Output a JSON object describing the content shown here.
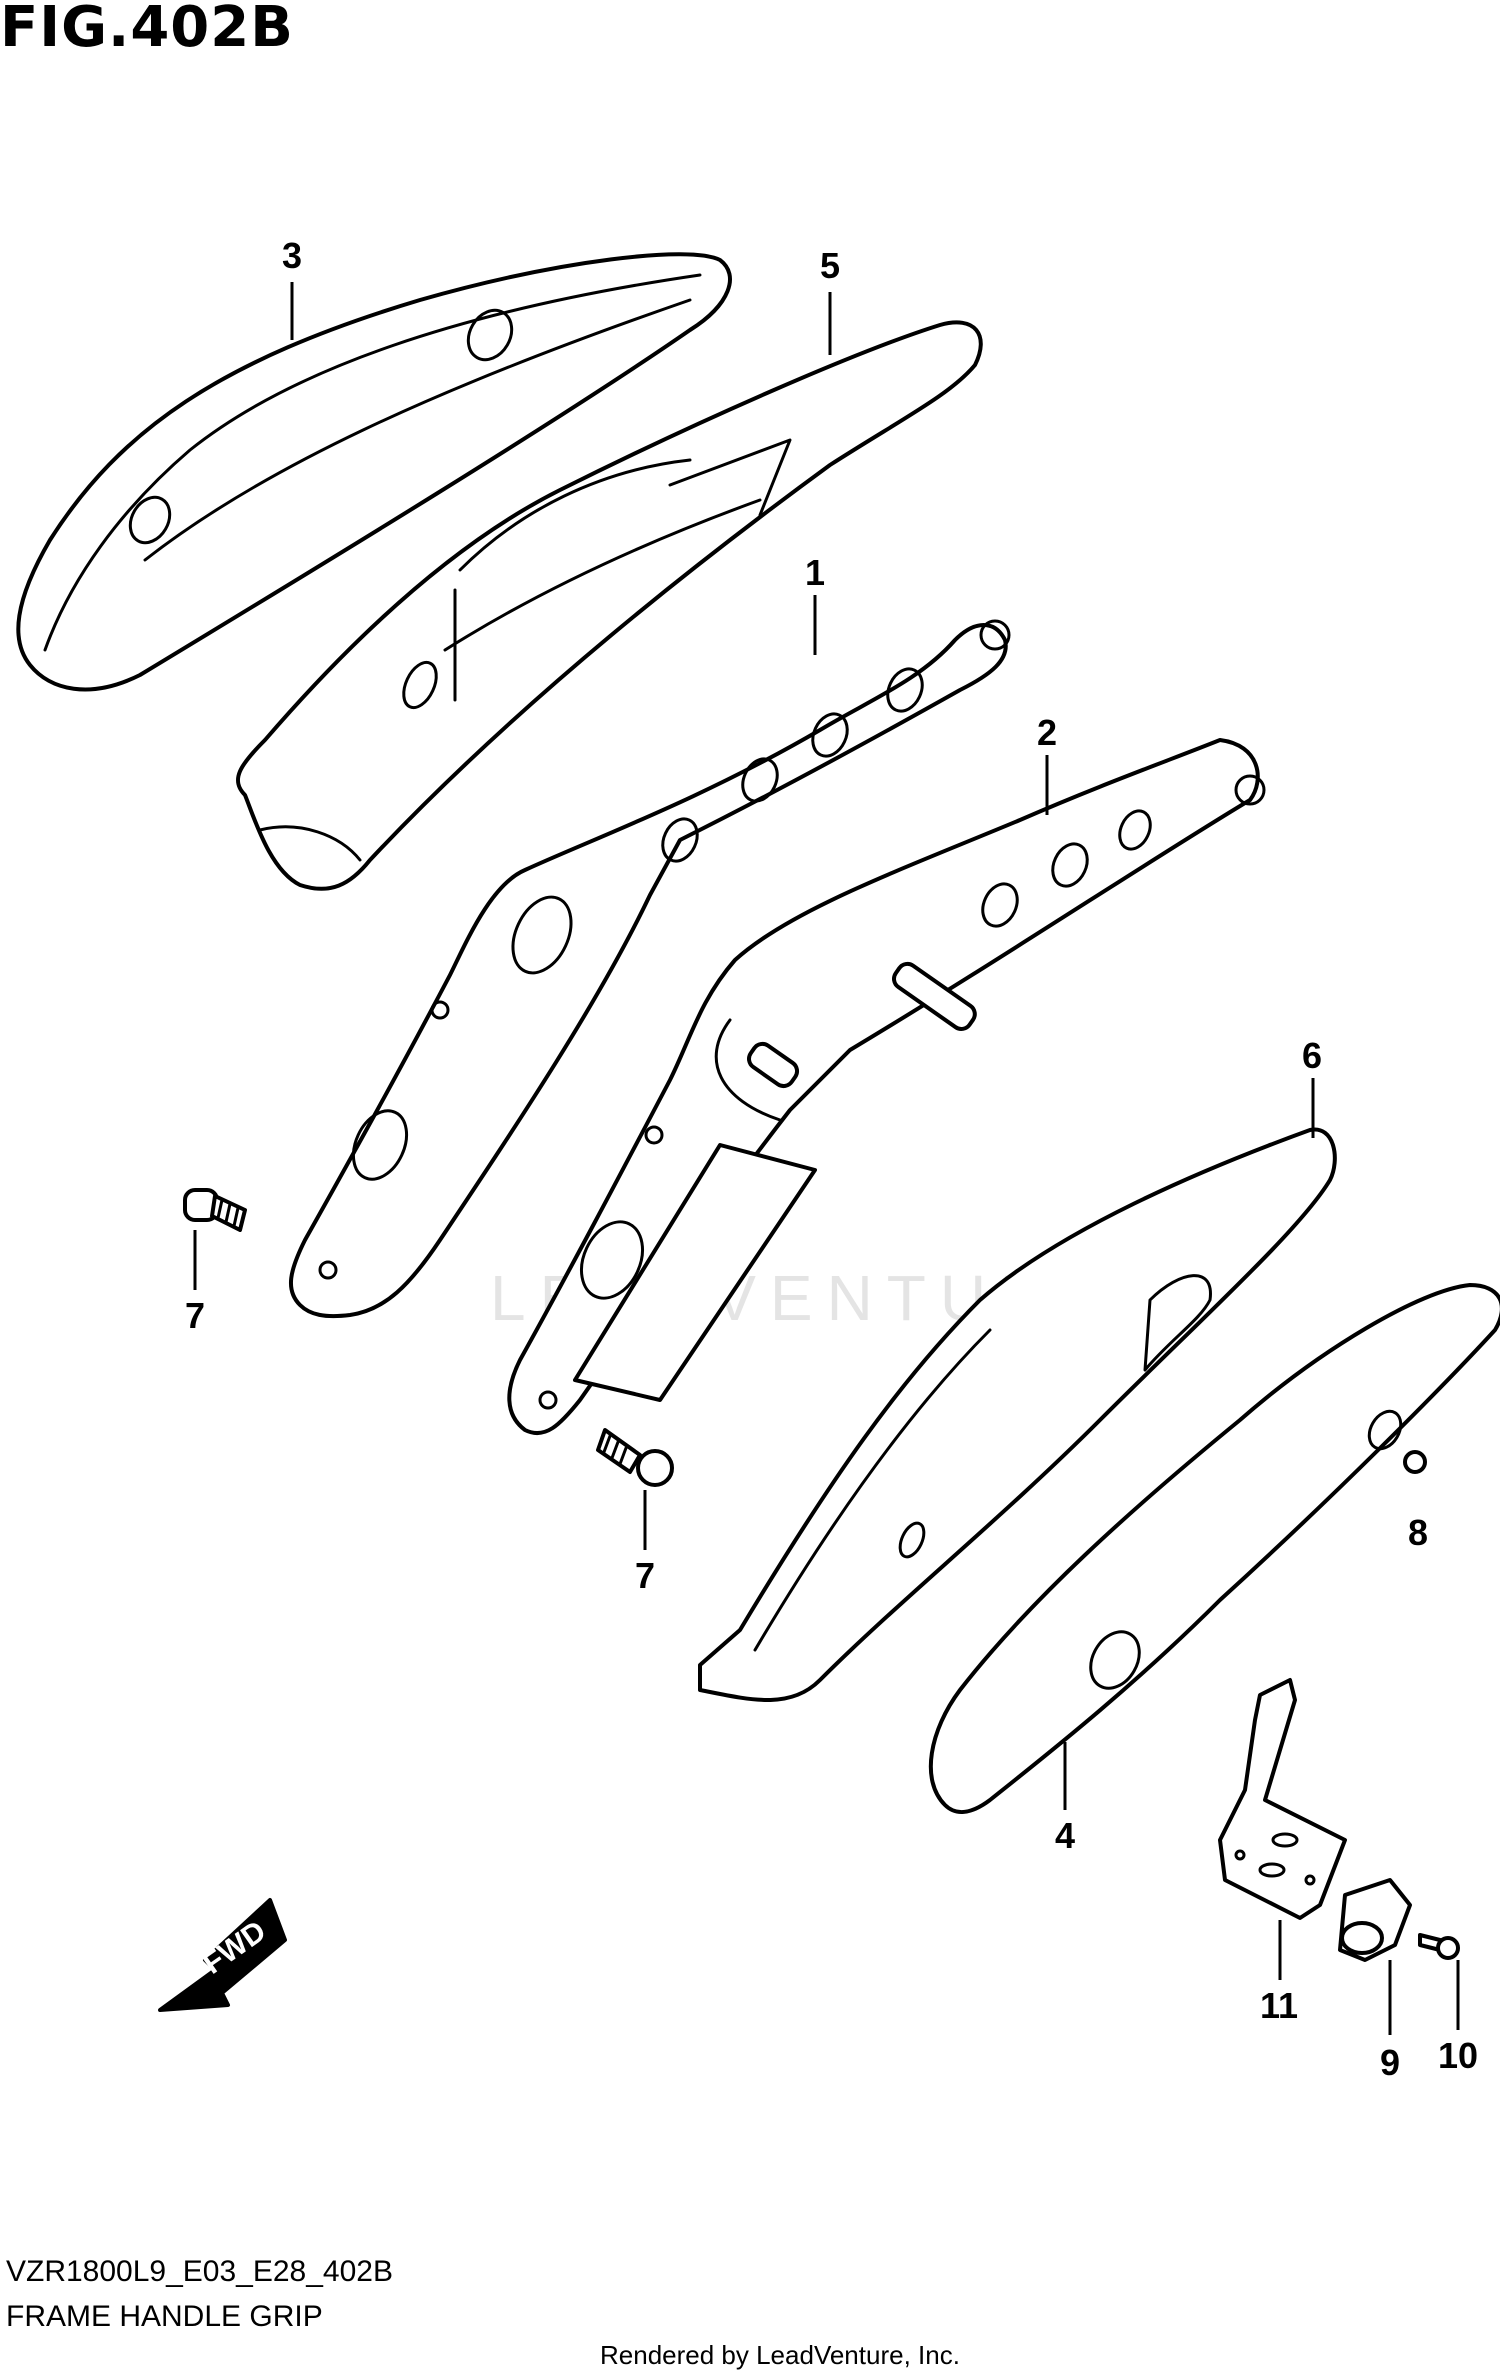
{
  "figure": {
    "title": "FIG.402B",
    "code": "VZR1800L9_E03_E28_402B",
    "caption": "FRAME HANDLE GRIP",
    "rendered_by": "Rendered by LeadVenture, Inc.",
    "watermark": "LEADVENTURE"
  },
  "direction_arrow": {
    "label": "FWD"
  },
  "callouts": [
    {
      "id": "1",
      "label": "1"
    },
    {
      "id": "2",
      "label": "2"
    },
    {
      "id": "3",
      "label": "3"
    },
    {
      "id": "4",
      "label": "4"
    },
    {
      "id": "5",
      "label": "5"
    },
    {
      "id": "6",
      "label": "6"
    },
    {
      "id": "7a",
      "label": "7"
    },
    {
      "id": "7b",
      "label": "7"
    },
    {
      "id": "8",
      "label": "8"
    },
    {
      "id": "9",
      "label": "9"
    },
    {
      "id": "10",
      "label": "10"
    },
    {
      "id": "11",
      "label": "11"
    }
  ]
}
